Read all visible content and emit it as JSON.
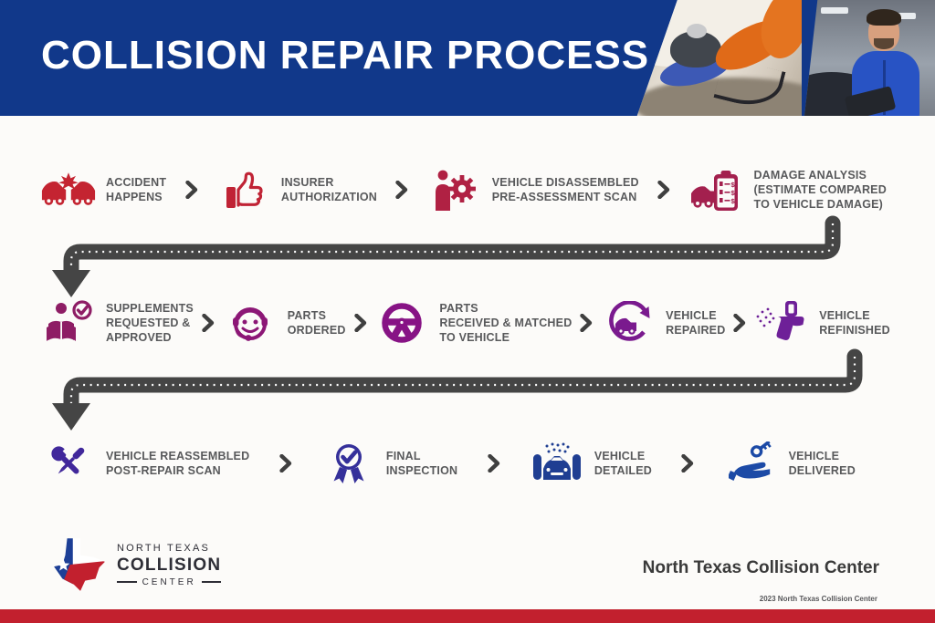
{
  "header": {
    "title": "COLLISION REPAIR PROCESS",
    "photos": [
      "car polishing close-up",
      "technician with clipboard in garage"
    ]
  },
  "colors": {
    "header_blue": "#11388a",
    "road_gray": "#454545",
    "arrow_gray": "#3f3f3f",
    "label_gray": "#58595b",
    "bar_red": "#c2202e",
    "bg": "#fcfbf9",
    "brand_text": "#3a3a3a"
  },
  "rows": [
    {
      "steps": [
        {
          "icon": "car-crash-icon",
          "label": "ACCIDENT\nHAPPENS",
          "color": "#c42431"
        },
        {
          "icon": "thumbs-up-icon",
          "label": "INSURER\nAUTHORIZATION",
          "color": "#c02335"
        },
        {
          "icon": "technician-gear-icon",
          "label": "VEHICLE DISASSEMBLED\nPRE-ASSESSMENT SCAN",
          "color": "#b02143"
        },
        {
          "icon": "estimate-clipboard-icon",
          "label": "DAMAGE ANALYSIS\n(ESTIMATE COMPARED\nTO VEHICLE DAMAGE)",
          "color": "#a3204e"
        }
      ]
    },
    {
      "steps": [
        {
          "icon": "supplements-approval-icon",
          "label": "SUPPLEMENTS\nREQUESTED &\nAPPROVED",
          "color": "#8e1d65"
        },
        {
          "icon": "parts-ordered-headset-icon",
          "label": "PARTS\nORDERED",
          "color": "#8c1776"
        },
        {
          "icon": "steering-wheel-icon",
          "label": "PARTS\nRECEIVED & MATCHED\nTO VEHICLE",
          "color": "#871385"
        },
        {
          "icon": "car-repair-cycle-icon",
          "label": "VEHICLE\nREPAIRED",
          "color": "#7a1a8e"
        },
        {
          "icon": "spray-gun-icon",
          "label": "VEHICLE\nREFINISHED",
          "color": "#6e2098"
        }
      ]
    },
    {
      "steps": [
        {
          "icon": "crossed-tools-icon",
          "label": "VEHICLE REASSEMBLED\nPOST-REPAIR SCAN",
          "color": "#41289b"
        },
        {
          "icon": "inspection-badge-icon",
          "label": "FINAL\nINSPECTION",
          "color": "#35309a"
        },
        {
          "icon": "car-wash-icon",
          "label": "VEHICLE\nDETAILED",
          "color": "#1f3e92"
        },
        {
          "icon": "key-handover-icon",
          "label": "VEHICLE\nDELIVERED",
          "color": "#1c4aa6"
        }
      ]
    }
  ],
  "footer": {
    "logo": {
      "line1": "NORTH TEXAS",
      "line2": "COLLISION",
      "line3": "CENTER"
    },
    "brand": "North Texas Collision Center",
    "copyright": "2023 North Texas Collision Center"
  }
}
